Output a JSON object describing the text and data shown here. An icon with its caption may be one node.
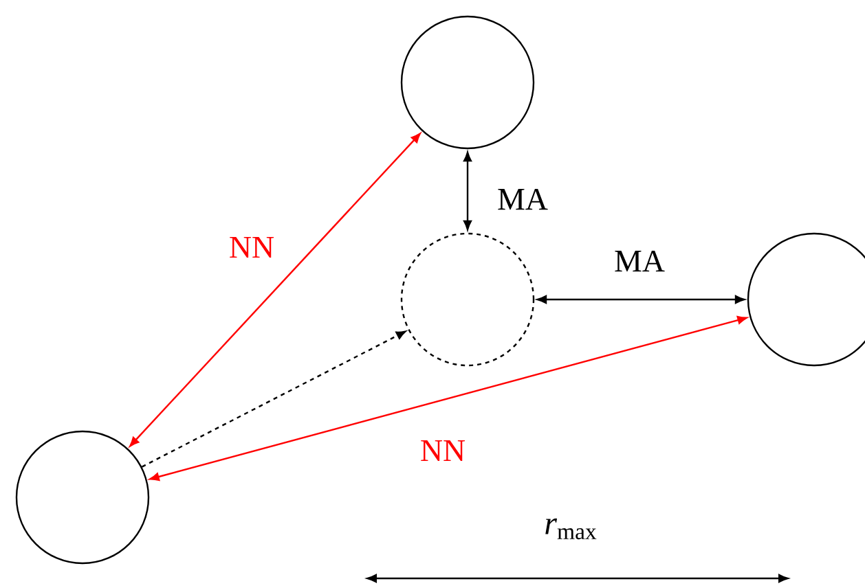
{
  "diagram": {
    "nodes": [
      {
        "text": [],
        "shape": "circle"
      },
      {
        "text": [],
        "shape": "circle"
      },
      {
        "text": [],
        "shape": "circle"
      },
      {
        "text": [],
        "shape": "circle"
      }
    ],
    "edges": [
      {
        "from": 3,
        "to": 0,
        "arrow": "both",
        "label": "NN",
        "color": "#ff0000"
      },
      {
        "from": 0,
        "to": 1,
        "arrow": "both",
        "label": "MA"
      },
      {
        "from": 1,
        "to": 2,
        "arrow": "both",
        "label": "MA"
      },
      {
        "from": 3,
        "to": 2,
        "arrow": "both",
        "label": "NN",
        "color": "#ff0000"
      },
      {
        "from": 3,
        "to": 1,
        "arrow": "to",
        "style": "dashed"
      }
    ],
    "labels": [
      "*r*$_{max}$"
    ]
  }
}
